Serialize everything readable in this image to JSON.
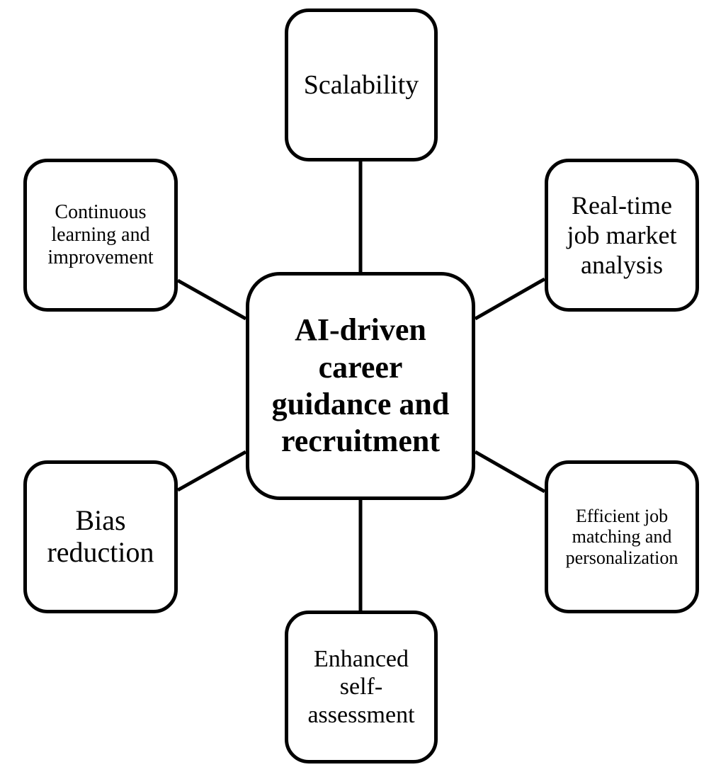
{
  "diagram": {
    "hub": {
      "label": "AI-driven career guidance and recruitment"
    },
    "nodes": {
      "scalability": "Scalability",
      "realtime": "Real-time job market analysis",
      "efficient": "Efficient job matching and personalization",
      "enhanced": "Enhanced self-assessment",
      "bias": "Bias reduction",
      "continuous": "Continuous learning and improvement"
    },
    "edges": [
      {
        "from": "hub",
        "to": "scalability"
      },
      {
        "from": "hub",
        "to": "realtime"
      },
      {
        "from": "hub",
        "to": "efficient"
      },
      {
        "from": "hub",
        "to": "enhanced"
      },
      {
        "from": "hub",
        "to": "bias"
      },
      {
        "from": "hub",
        "to": "continuous"
      }
    ]
  }
}
